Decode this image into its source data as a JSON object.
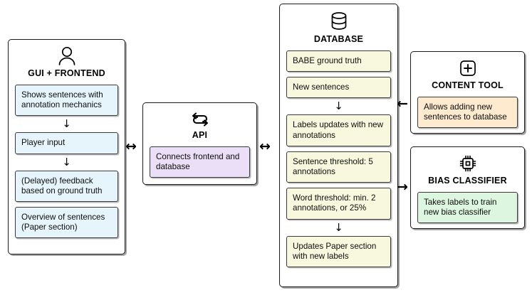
{
  "diagram": {
    "panels": [
      {
        "id": "gui",
        "title": "GUI + FRONTEND",
        "icon": "user-icon",
        "items": [
          {
            "text": "Shows sentences with annotation mechanics",
            "color": "#e6f4fb"
          },
          {
            "text": "Player input",
            "color": "#e6f4fb"
          },
          {
            "text": "(Delayed) feedback based on ground truth",
            "color": "#e6f4fb"
          },
          {
            "text": "Overview of sentences (Paper section)",
            "color": "#e6f4fb"
          }
        ]
      },
      {
        "id": "api",
        "title": "API",
        "icon": "sync-arrows-icon",
        "items": [
          {
            "text": "Connects frontend and database",
            "color": "#eadff6"
          }
        ]
      },
      {
        "id": "database",
        "title": "DATABASE",
        "icon": "database-cylinder-icon",
        "items": [
          {
            "text": "BABE ground truth",
            "color": "#f7f8dd"
          },
          {
            "text": "New sentences",
            "color": "#f7f8dd"
          },
          {
            "text": "Labels updates with new annotations",
            "color": "#f7f8dd"
          },
          {
            "text": "Sentence threshold: 5 annotations",
            "color": "#f7f8dd"
          },
          {
            "text": "Word threshold: min. 2 annotations, or 25%",
            "color": "#f7f8dd"
          },
          {
            "text": "Updates Paper section with new labels",
            "color": "#f7f8dd"
          }
        ]
      },
      {
        "id": "content-tool",
        "title": "CONTENT TOOL",
        "icon": "plus-square-icon",
        "items": [
          {
            "text": "Allows adding new sentences to database",
            "color": "#fdeacf"
          }
        ]
      },
      {
        "id": "bias-classifier",
        "title": "BIAS CLASSIFIER",
        "icon": "cpu-chip-icon",
        "items": [
          {
            "text": "Takes labels to train new bias classifier",
            "color": "#ddf6df"
          }
        ]
      }
    ],
    "flow_arrows": {
      "gui_down_1": "↓",
      "gui_down_2": "↓",
      "db_down_1": "↓",
      "db_down_2": "↓"
    },
    "connectors": [
      {
        "id": "gui-api",
        "glyph": "↔",
        "direction": "bidirectional"
      },
      {
        "id": "api-database",
        "glyph": "↔",
        "direction": "bidirectional"
      },
      {
        "id": "content-tool-to-database",
        "glyph": "←",
        "direction": "left"
      },
      {
        "id": "database-to-bias-classifier",
        "glyph": "→",
        "direction": "right"
      }
    ]
  }
}
